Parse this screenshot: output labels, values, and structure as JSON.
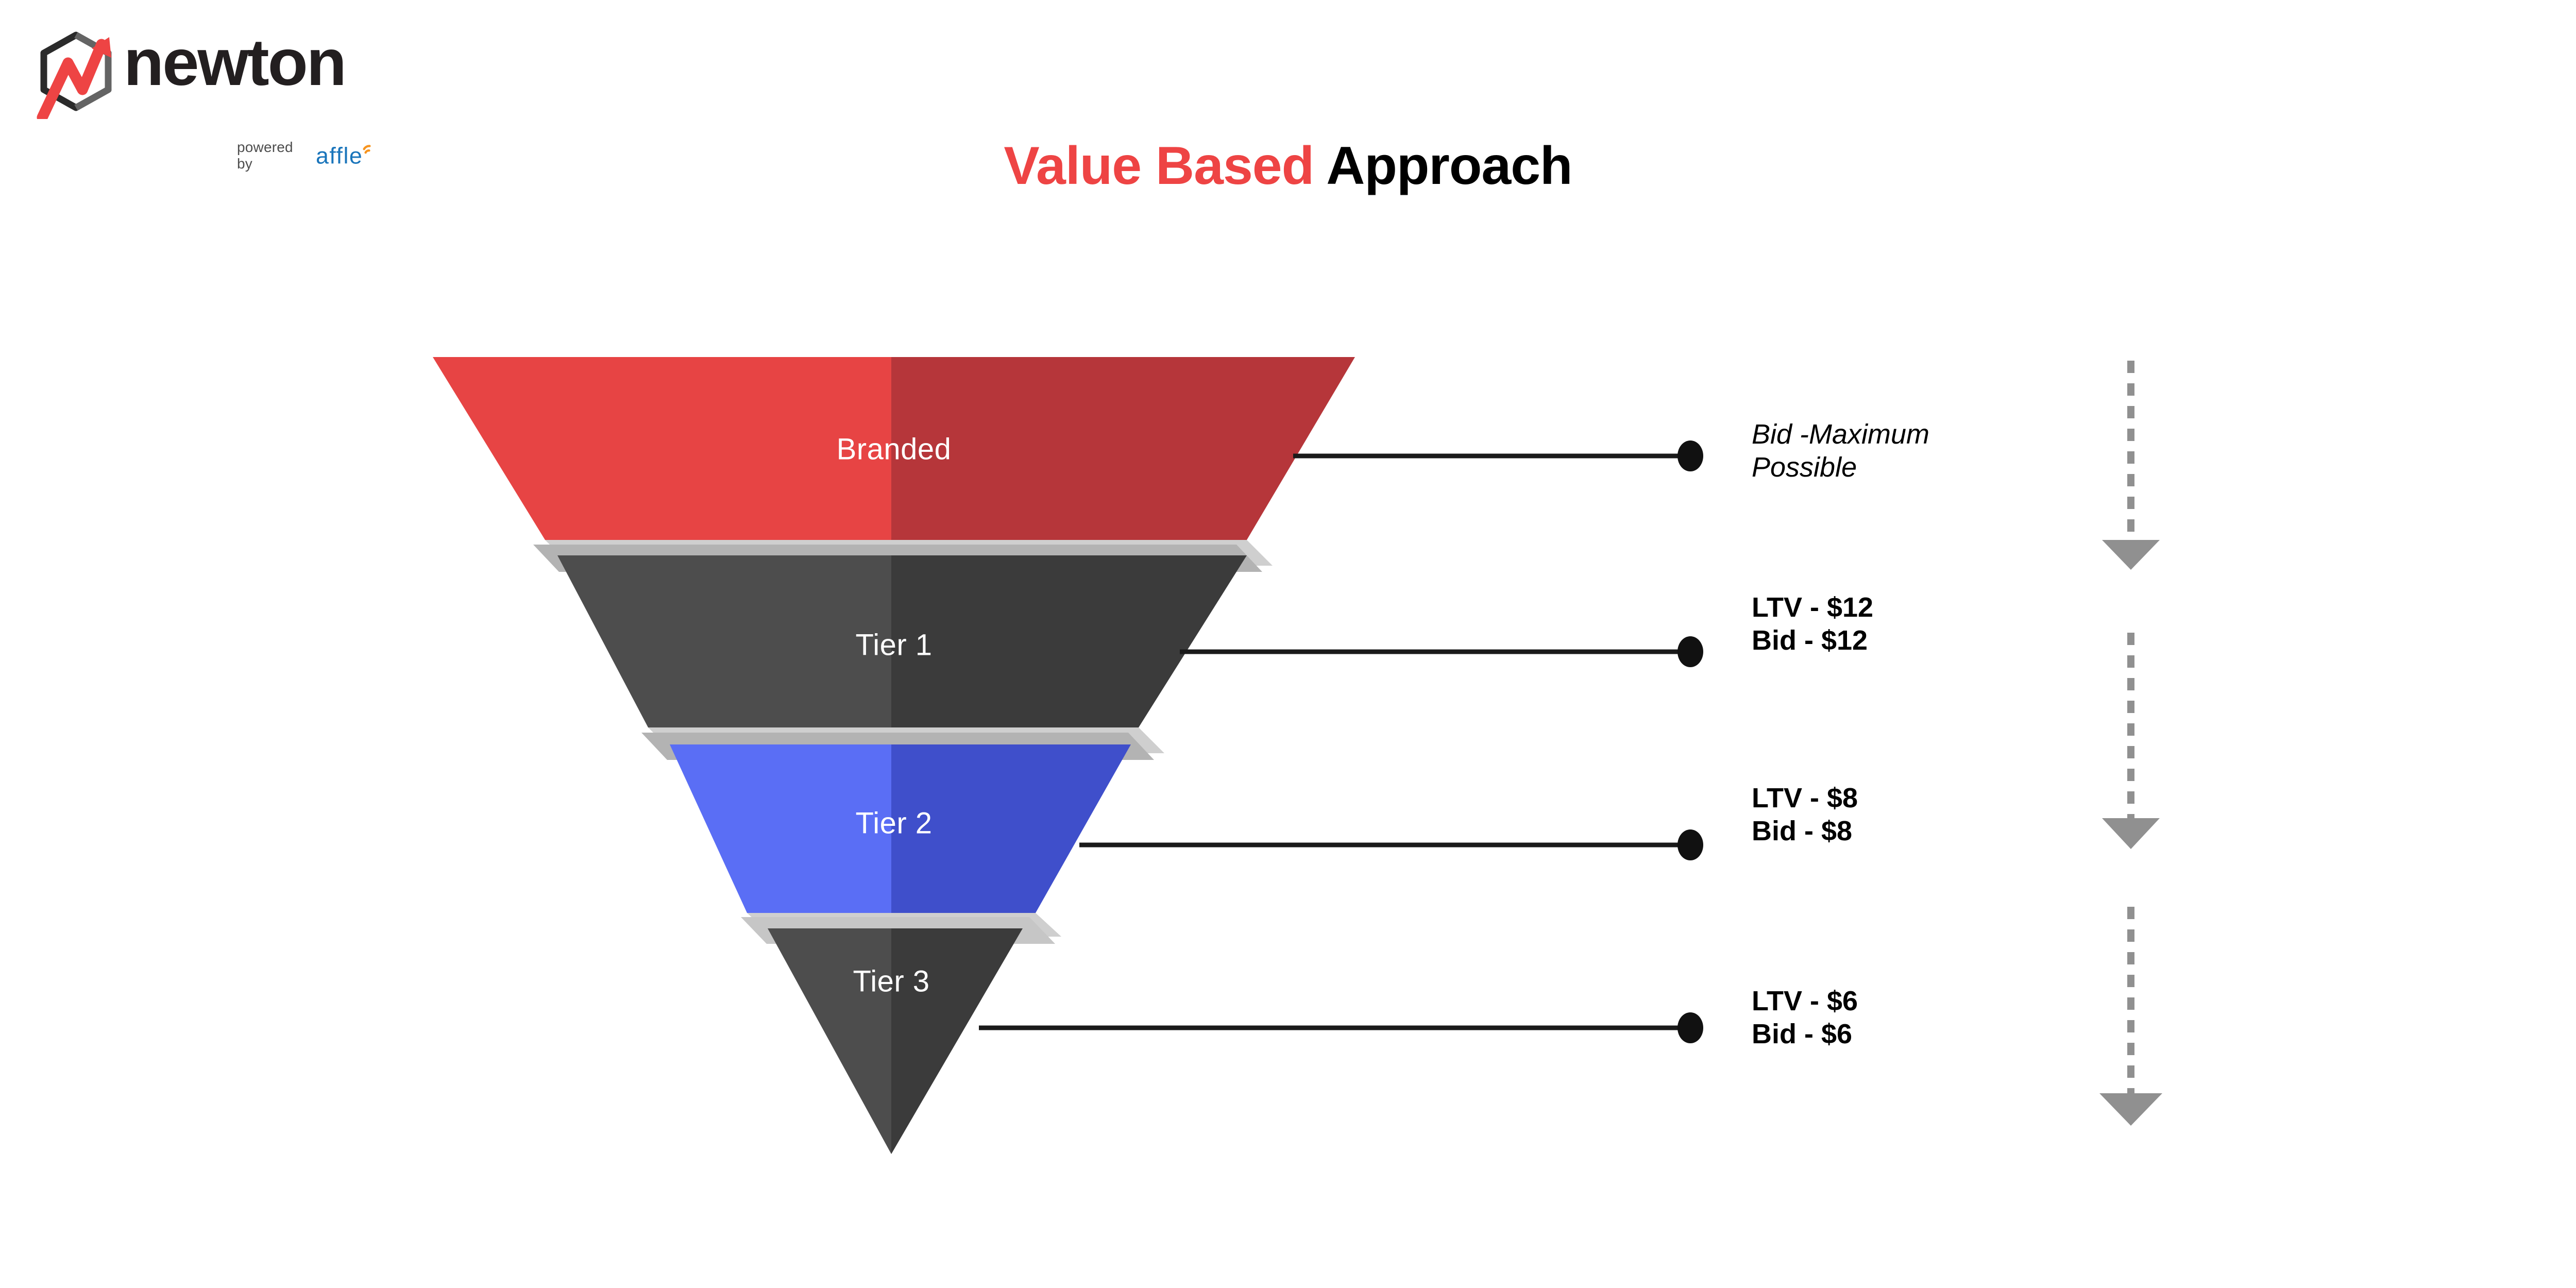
{
  "brand": {
    "name": "newton",
    "powered_by": "powered by",
    "parent": "affle",
    "logo_icon": "newton-hexagon-arrow-logo",
    "colors": {
      "wordmark": "#231f20",
      "arrow_red": "#ee4444",
      "affle_blue": "#1a75bb",
      "affle_orange": "#f7941e"
    }
  },
  "header": {
    "title_highlight": "Value Based",
    "title_rest": "Approach",
    "highlight_color": "#ee4444",
    "rest_color": "#000000"
  },
  "funnel": {
    "tiers": [
      {
        "label": "Branded",
        "color_light": "#e74444",
        "color_dark": "#b6363a",
        "callout": "Bid -Maximum\nPossible",
        "callout_style": "italic"
      },
      {
        "label": "Tier 1",
        "color_light": "#4d4d4d",
        "color_dark": "#3b3b3b",
        "callout": "LTV - $12\nBid - $12",
        "callout_style": "bold"
      },
      {
        "label": "Tier 2",
        "color_light": "#5a6ef5",
        "color_dark": "#3f4fcb",
        "callout": "LTV - $8\nBid - $8",
        "callout_style": "bold"
      },
      {
        "label": "Tier 3",
        "color_light": "#4d4d4d",
        "color_dark": "#3b3b3b",
        "callout": "LTV - $6\nBid - $6",
        "callout_style": "bold"
      }
    ],
    "separator_color_top": "#b3b3b3",
    "separator_color_side": "#cccccc",
    "connector_color": "#1a1a1a",
    "dot_color": "#111111"
  },
  "flow_arrows": {
    "count": 3,
    "color": "#909090",
    "direction": "down",
    "style": "dashed"
  },
  "chart_data": {
    "type": "funnel",
    "title": "Value Based Approach",
    "stages": [
      "Branded",
      "Tier 1",
      "Tier 2",
      "Tier 3"
    ],
    "values": [
      {
        "stage": "Branded",
        "ltv": null,
        "bid": "Maximum Possible"
      },
      {
        "stage": "Tier 1",
        "ltv": 12,
        "bid": 12
      },
      {
        "stage": "Tier 2",
        "ltv": 8,
        "bid": 8
      },
      {
        "stage": "Tier 3",
        "ltv": 6,
        "bid": 6
      }
    ],
    "unit": "USD",
    "legend": [],
    "xlabel": "",
    "ylabel": ""
  }
}
